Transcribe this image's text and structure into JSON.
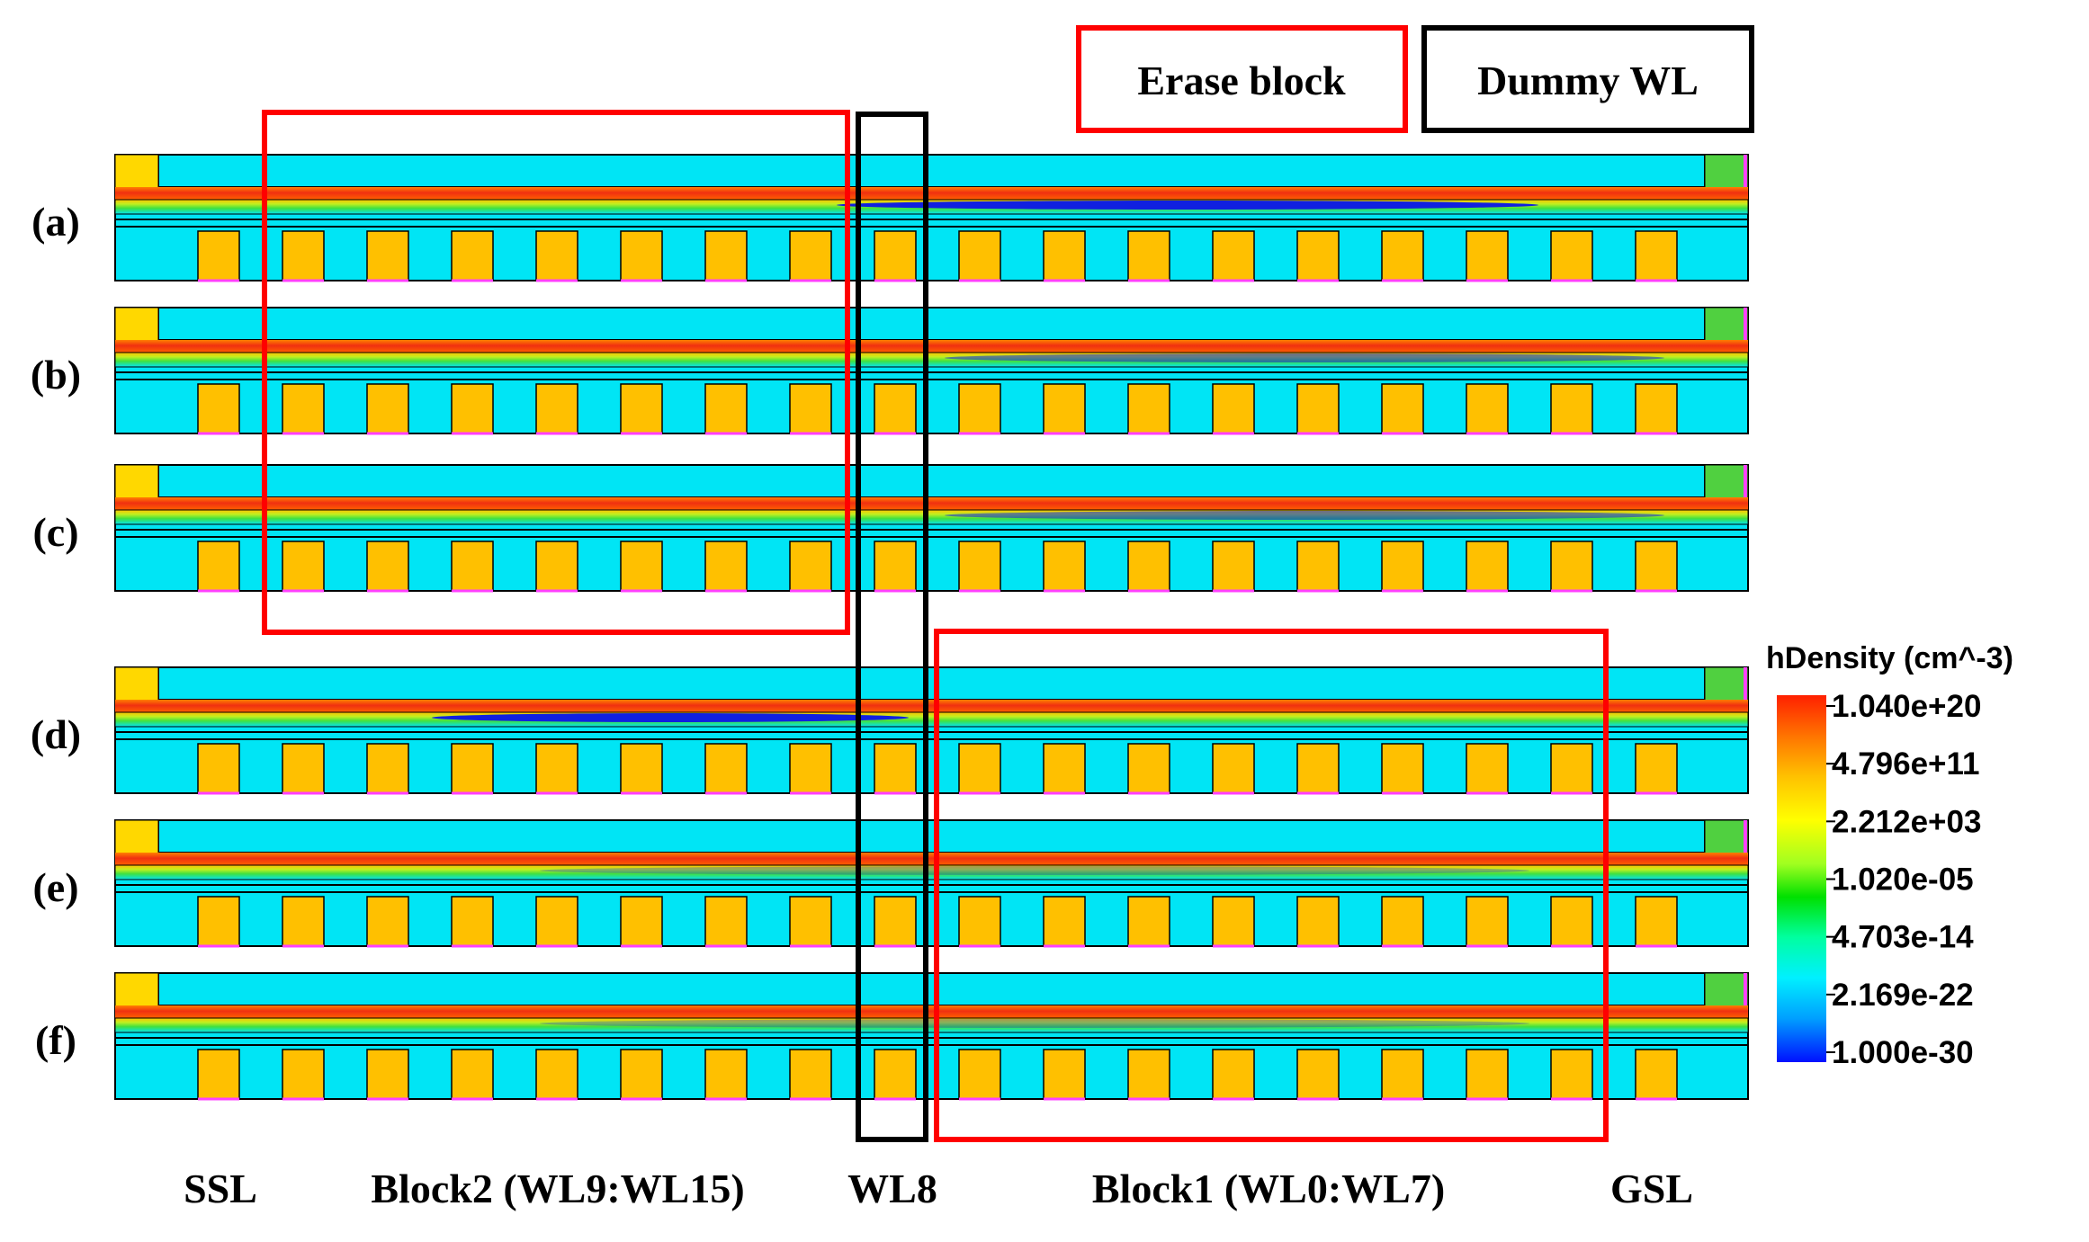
{
  "legend": {
    "erase_block_label": "Erase block",
    "dummy_wl_label": "Dummy WL",
    "erase_color": "#ff0000",
    "dummy_color": "#000000"
  },
  "panels": [
    {
      "label": "(a)",
      "low_region": "full"
    },
    {
      "label": "(b)",
      "low_region": "right"
    },
    {
      "label": "(c)",
      "low_region": "right"
    },
    {
      "label": "(d)",
      "low_region": "left"
    },
    {
      "label": "(e)",
      "low_region": "faint"
    },
    {
      "label": "(f)",
      "low_region": "faint"
    }
  ],
  "bottom_labels": {
    "ssl": "SSL",
    "block2": "Block2 (WL9:WL15)",
    "wl8": "WL8",
    "block1": "Block1 (WL0:WL7)",
    "gsl": "GSL"
  },
  "colorbar": {
    "title": "hDensity (cm^-3)",
    "ticks": [
      "1.040e+20",
      "4.796e+11",
      "2.212e+03",
      "1.020e-05",
      "4.703e-14",
      "2.169e-22",
      "1.000e-30"
    ]
  },
  "colors": {
    "oxide": "#00e5f5",
    "gate": "#ffc000",
    "channel_high": "#f04018",
    "contact": "#ff40ff",
    "low_density": "#1020e0"
  }
}
